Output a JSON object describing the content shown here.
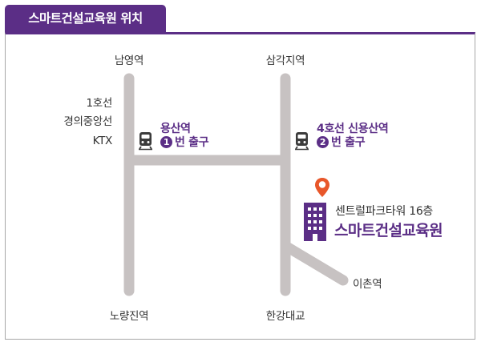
{
  "header": {
    "title": "스마트건설교육원 위치"
  },
  "stations": {
    "namyeong": "남영역",
    "samgakji": "삼각지역",
    "noryangjin": "노량진역",
    "hangang_bridge": "한강대교",
    "ichon": "이촌역"
  },
  "line_info": {
    "line1": "1호선",
    "gyeongui": "경의중앙선",
    "ktx": "KTX"
  },
  "exits": {
    "yongsan": {
      "station": "용산역",
      "num": "1",
      "text": "번 출구"
    },
    "sinyongsan": {
      "station": "4호선 신용산역",
      "num": "2",
      "text": "번 출구"
    }
  },
  "destination": {
    "building": "센트럴파크타워 16층",
    "name": "스마트건설교육원"
  },
  "icons": [
    "train-icon",
    "location-pin-icon",
    "building-icon"
  ],
  "colors": {
    "brand": "#5b2e86",
    "road": "#c7c2c2",
    "pin": "#e8572a"
  }
}
